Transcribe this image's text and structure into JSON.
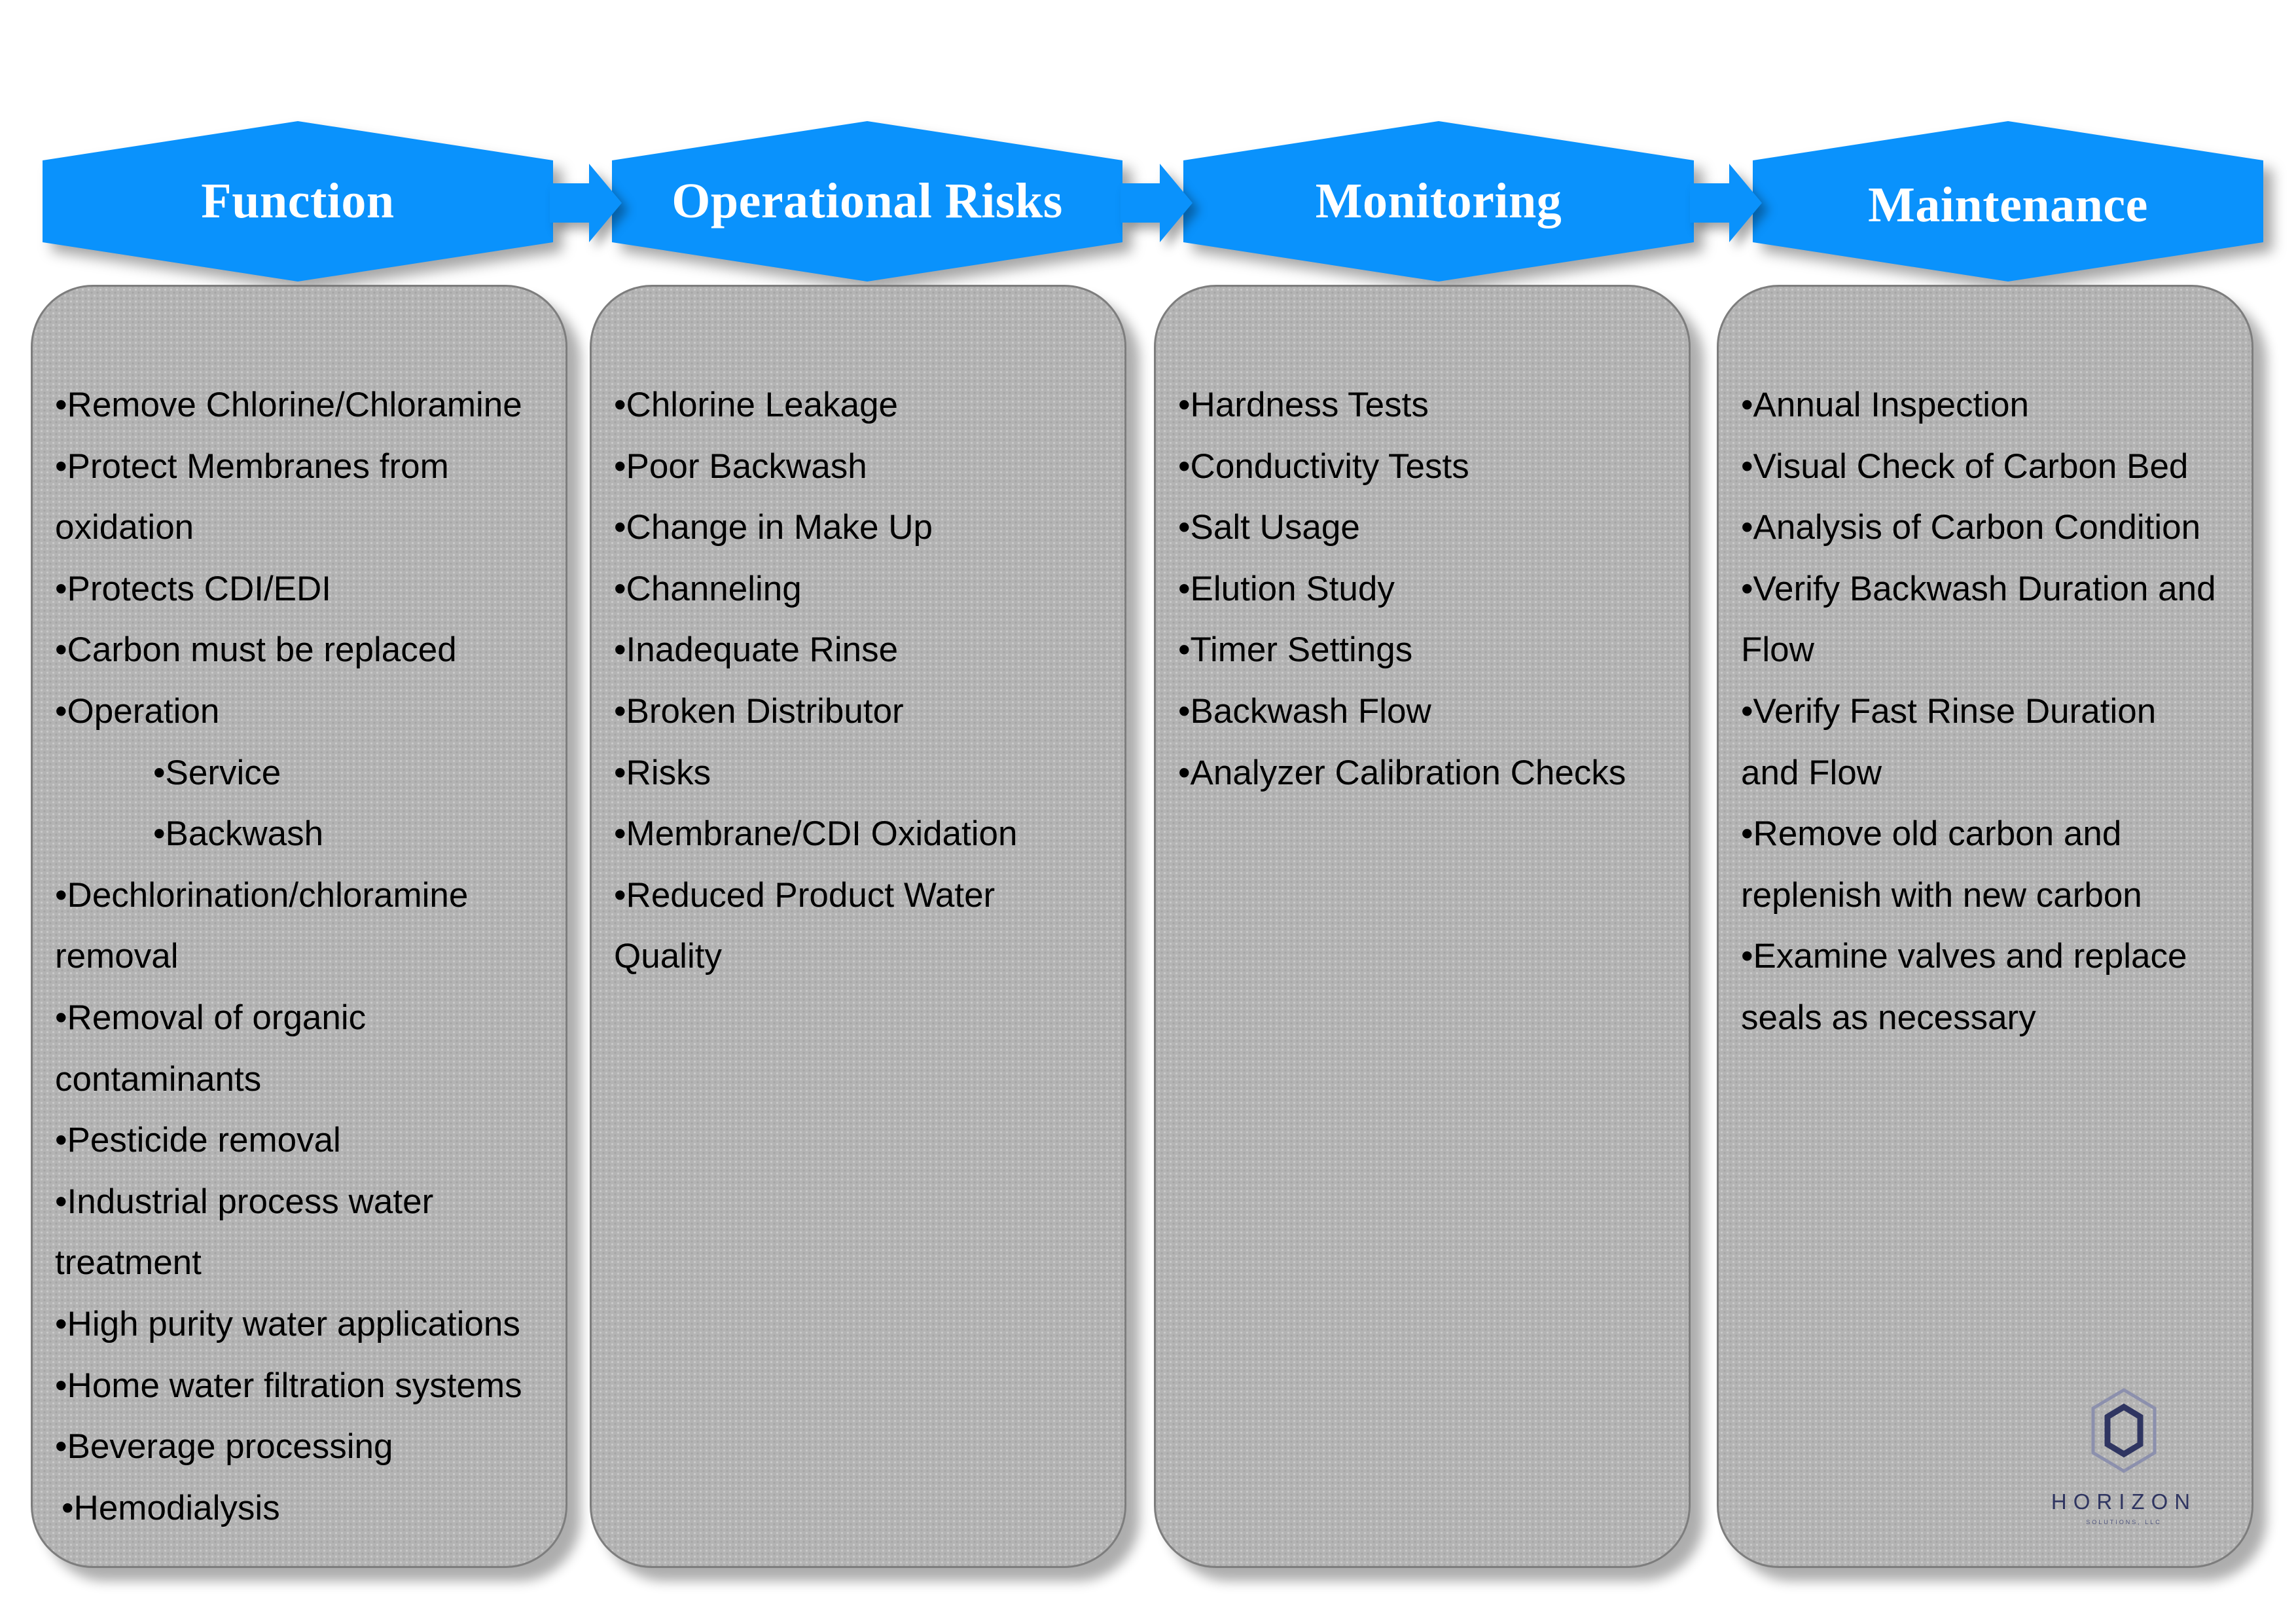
{
  "colors": {
    "banner_blue": "#0a92fc",
    "panel_gray": "#b4b4b4",
    "logo_navy": "#2f3561"
  },
  "columns": [
    {
      "title": "Function",
      "items": [
        "•Remove Chlorine/Chloramine",
        "•Protect Membranes from",
        "oxidation",
        "•Protects CDI/EDI",
        "•Carbon must be replaced",
        "•Operation",
        "•Service",
        "•Backwash",
        "•Dechlorination/chloramine",
        "removal",
        "•Removal of organic",
        "contaminants",
        "•Pesticide removal",
        "•Industrial process water",
        "treatment",
        "•High purity water applications",
        "•Home water filtration systems",
        "•Beverage processing",
        "•Hemodialysis"
      ]
    },
    {
      "title": "Operational Risks",
      "items": [
        "•Chlorine Leakage",
        "•Poor Backwash",
        "•Change in Make Up",
        "•Channeling",
        "•Inadequate Rinse",
        "•Broken Distributor",
        "•Risks",
        "•Membrane/CDI Oxidation",
        "•Reduced Product Water",
        "Quality"
      ]
    },
    {
      "title": "Monitoring",
      "items": [
        "•Hardness Tests",
        "•Conductivity Tests",
        "•Salt Usage",
        "•Elution Study",
        "•Timer Settings",
        "•Backwash Flow",
        "•Analyzer Calibration Checks"
      ]
    },
    {
      "title": "Maintenance",
      "items": [
        "•Annual Inspection",
        "•Visual Check of Carbon Bed",
        "•Analysis of Carbon Condition",
        "•Verify Backwash Duration and",
        "Flow",
        "•Verify Fast Rinse Duration",
        "and Flow",
        "•Remove old carbon and",
        "replenish with new carbon",
        "•Examine valves and replace",
        "seals as necessary"
      ]
    }
  ],
  "logo": {
    "wordmark": "HORIZON",
    "subtext": "SOLUTIONS, LLC",
    "icon": "hexagon-logo-icon"
  }
}
